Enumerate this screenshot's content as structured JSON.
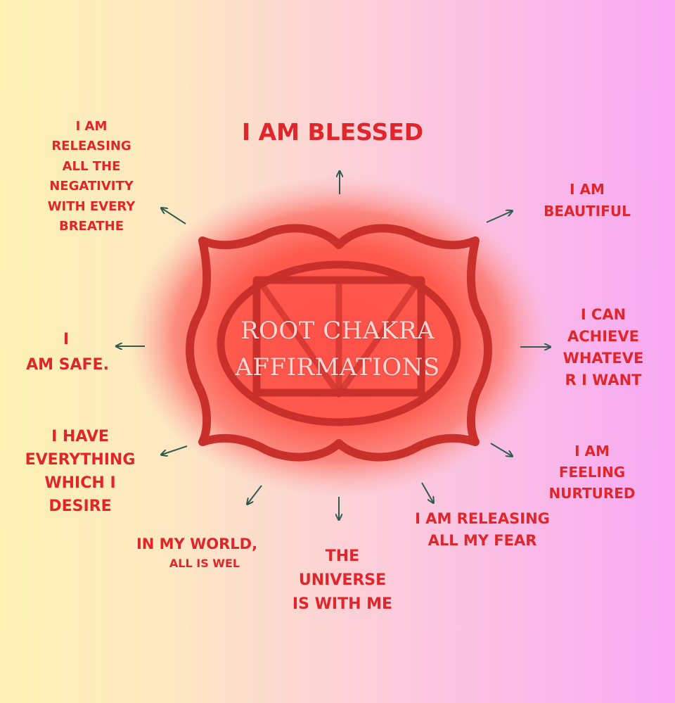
{
  "center": {
    "title_lines": [
      "ROOT CHAKRA",
      "AFFIRMATIONS"
    ]
  },
  "affirmations": {
    "blessed": {
      "lines": [
        "I AM BLESSED"
      ]
    },
    "releasing_negativity": {
      "lines": [
        "I AM",
        "RELEASING",
        "ALL THE",
        "NEGATIVITY",
        "WITH EVERY",
        "BREATHE"
      ]
    },
    "beautiful": {
      "lines": [
        "I AM",
        "BEAUTIFUL"
      ]
    },
    "achieve": {
      "lines": [
        "I CAN",
        "ACHIEVE",
        "WHATEVE",
        "R I WANT"
      ]
    },
    "safe": {
      "lines": [
        "I",
        "AM SAFE."
      ]
    },
    "nurtured": {
      "lines": [
        "I AM",
        "FEELING",
        "NURTURED"
      ]
    },
    "everything": {
      "lines": [
        "I HAVE",
        "EVERYTHING",
        "WHICH I",
        "DESIRE"
      ]
    },
    "releasing_fear": {
      "lines": [
        "I AM RELEASING",
        "ALL MY FEAR"
      ]
    },
    "world": {
      "lines": [
        "IN MY WORLD,",
        "ALL IS WEL"
      ]
    },
    "universe": {
      "lines": [
        "THE",
        "UNIVERSE",
        "IS WITH ME"
      ]
    }
  },
  "colors": {
    "text_red": "#e0262a",
    "symbol_red": "#c9302c",
    "glow_red": "#ff5a4e",
    "arrow": "#2f5a4e",
    "title_text": "#f6d9d6"
  }
}
